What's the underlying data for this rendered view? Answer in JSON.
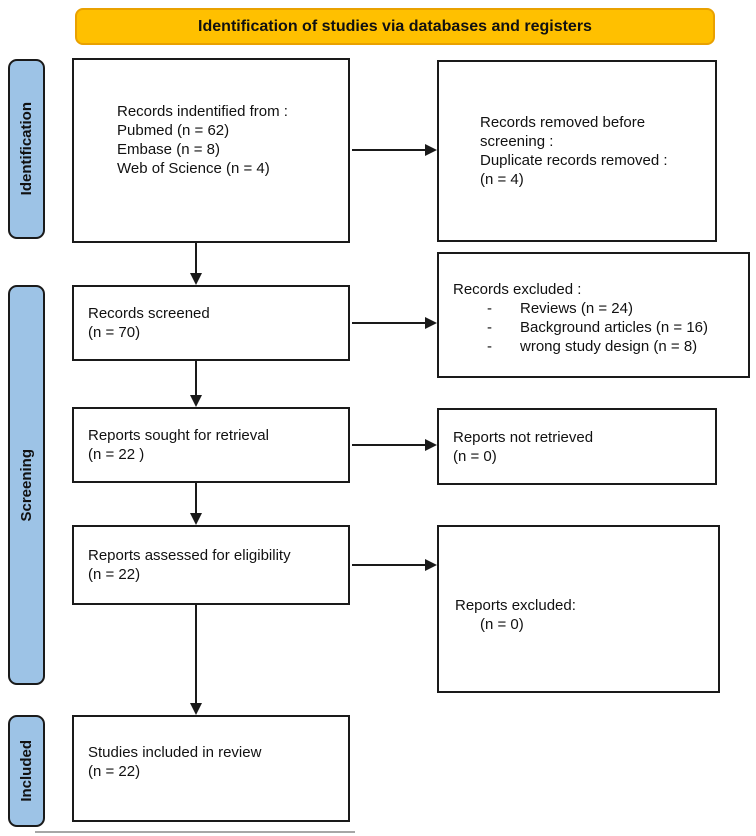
{
  "banner": {
    "label": "Identification of studies via databases and registers"
  },
  "stages": {
    "identification": {
      "label": "Identification"
    },
    "screening": {
      "label": "Screening"
    },
    "included": {
      "label": "Included"
    }
  },
  "boxes": {
    "records_identified": {
      "lines": [
        "Records indentified from :",
        "Pubmed (n = 62)",
        "Embase (n = 8)",
        "Web of Science (n = 4)"
      ]
    },
    "records_removed": {
      "lines": [
        "Records removed before",
        "screening :",
        "Duplicate records removed :",
        "(n = 4)"
      ]
    },
    "records_screened": {
      "lines": [
        "Records screened",
        "(n = 70)"
      ]
    },
    "records_excluded": {
      "title": "Records excluded :",
      "bullet": "-",
      "items": [
        "Reviews (n = 24)",
        "Background articles (n = 16)",
        "wrong study design (n = 8)"
      ]
    },
    "reports_sought": {
      "lines": [
        "Reports sought for retrieval",
        "(n = 22 )"
      ]
    },
    "reports_not_retrieved": {
      "lines": [
        "Reports not retrieved",
        "(n = 0)"
      ]
    },
    "reports_assessed": {
      "lines": [
        "Reports assessed for eligibility",
        "(n = 22)"
      ]
    },
    "reports_excluded": {
      "lines": [
        "Reports excluded:",
        "(n = 0)"
      ]
    },
    "studies_included": {
      "lines": [
        "Studies included in review",
        "(n = 22)"
      ]
    }
  },
  "colors": {
    "banner_fill": "#FFC000",
    "banner_border": "#E9A100",
    "stage_fill": "#9DC3E6",
    "box_border": "#1A1A1A",
    "text": "#111111"
  }
}
